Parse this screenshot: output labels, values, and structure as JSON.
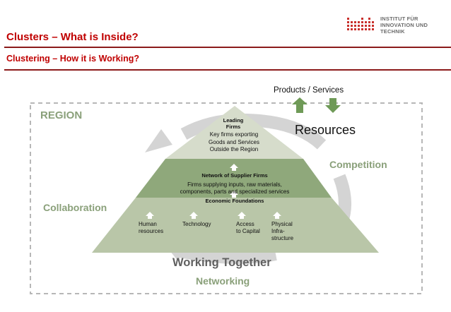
{
  "header": {
    "title": "Clusters – What is Inside?",
    "subtitle": "Clustering – How it is Working?",
    "logo_lines": [
      "INSTITUT FÜR",
      "INNOVATION UND",
      "TECHNIK"
    ]
  },
  "diagram": {
    "region_label": "REGION",
    "collaboration_label": "Collaboration",
    "competition_label": "Competition",
    "networking_label": "Networking",
    "working_together_label": "Working Together",
    "resources_label": "Resources",
    "products_services_label": "Products / Services",
    "pyramid": {
      "top": {
        "title_line1": "Leading",
        "title_line2": "Firms",
        "desc_line1": "Key firms exporting",
        "desc_line2": "Goods and Services",
        "desc_line3": "Outside the Region"
      },
      "middle": {
        "title": "Network of Supplier Firms",
        "desc_line1": "Firms supplying inputs, raw materials,",
        "desc_line2": "components, parts and specialized services"
      },
      "bottom": {
        "title": "Economic Foundations",
        "items": [
          {
            "line1": "Human",
            "line2": "resources",
            "line3": ""
          },
          {
            "line1": "Technology",
            "line2": "",
            "line3": ""
          },
          {
            "line1": "Access",
            "line2": "to Capital",
            "line3": ""
          },
          {
            "line1": "Physical",
            "line2": "Infra-",
            "line3": "structure"
          }
        ]
      }
    },
    "colors": {
      "title_red": "#c00000",
      "rule": "#8b1a1a",
      "pyramid_top": "#d6dccb",
      "pyramid_middle": "#8fa87b",
      "pyramid_bottom": "#b9c6a8",
      "arrow_green": "#6f9a57",
      "cycle_gray": "#d4d4d4",
      "label_green": "#8aa07a"
    }
  }
}
